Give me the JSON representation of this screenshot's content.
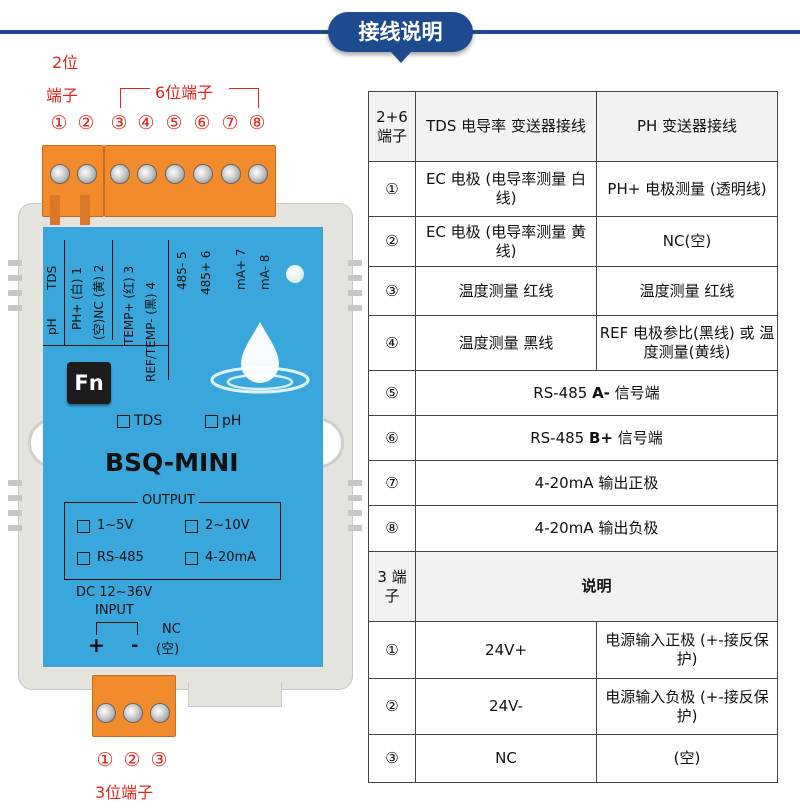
{
  "header": {
    "title": "接线说明",
    "color": "#1e4b8f"
  },
  "labels": {
    "two_pos_line1": "2位",
    "two_pos_line2": "端子",
    "six_pos": "6位端子",
    "three_pos": "3位端子",
    "top_numbers": [
      "①",
      "②",
      "③",
      "④",
      "⑤",
      "⑥",
      "⑦",
      "⑧"
    ],
    "bottom_numbers": [
      "①",
      "②",
      "③"
    ]
  },
  "device": {
    "model": "BSQ-MINI",
    "fn_key": "Fn",
    "mode_tds": "TDS",
    "mode_ph": "pH",
    "output_title": "OUTPUT",
    "outputs": [
      "1~5V",
      "2~10V",
      "RS-485",
      "4-20mA"
    ],
    "dc_range": "DC 12~36V",
    "input_title": "INPUT",
    "plus": "+",
    "minus": "-",
    "nc_line1": "NC",
    "nc_line2": "(空)",
    "vert": {
      "tds": "TDS",
      "ph": "pH",
      "c1": "PH+ (白) 1",
      "c2": "(空)NC (黄) 2",
      "c3": "TEMP+ (红) 3",
      "c4": "REF/TEMP- (黑) 4",
      "c5": "485- 5",
      "c6": "485+ 6",
      "c7": "mA+ 7",
      "c8": "mA- 8"
    },
    "colors": {
      "face": "#3aa7dc",
      "terminal": "#f18b2b",
      "shell": "#e4e3dd"
    }
  },
  "table": {
    "header": {
      "c1": "2+6 端子",
      "c2": "TDS 电导率 变送器接线",
      "c3": "PH 变送器接线"
    },
    "rows": [
      {
        "n": "①",
        "tds": "EC 电极 (电导率测量 白线)",
        "ph": "PH+ 电极测量 (透明线)"
      },
      {
        "n": "②",
        "tds": "EC 电极 (电导率测量 黄线)",
        "ph": "NC(空)"
      },
      {
        "n": "③",
        "tds": "温度测量 红线",
        "ph": "温度测量 红线"
      },
      {
        "n": "④",
        "tds": "温度测量 黑线",
        "ph": "REF 电极参比(黑线) 或 温度测量(黄线)"
      }
    ],
    "span_rows": [
      {
        "n": "⑤",
        "a": "RS-485 ",
        "b": "A-",
        "c": " 信号端"
      },
      {
        "n": "⑥",
        "a": "RS-485 ",
        "b": "B+",
        "c": " 信号端"
      },
      {
        "n": "⑦",
        "a": "4-20mA 输出正极",
        "b": "",
        "c": ""
      },
      {
        "n": "⑧",
        "a": "4-20mA 输出负极",
        "b": "",
        "c": ""
      }
    ],
    "header2": {
      "c1": "3 端子",
      "c2": "说明"
    },
    "rows2": [
      {
        "n": "①",
        "a": "24V+",
        "b": "电源输入正极 (+-接反保护)"
      },
      {
        "n": "②",
        "a": "24V-",
        "b": "电源输入负极 (+-接反保护)"
      },
      {
        "n": "③",
        "a": "NC",
        "b": "(空)"
      }
    ]
  }
}
